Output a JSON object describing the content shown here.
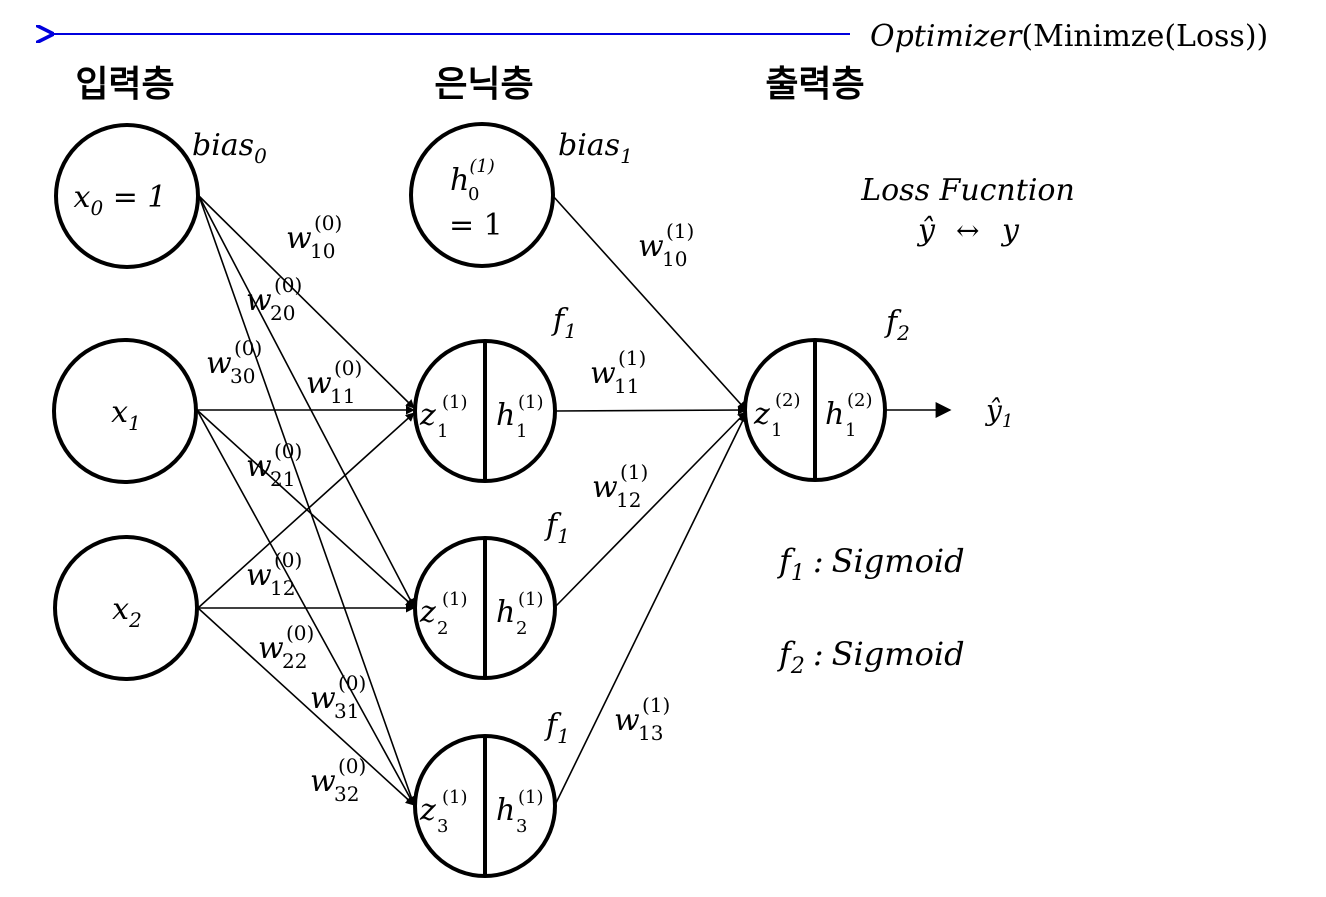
{
  "headers": {
    "input": "입력층",
    "hidden": "은닉층",
    "output": "출력층"
  },
  "optimizer": {
    "prefix": "Optimizer",
    "rest": "(Minimze(Loss))",
    "color": "#0000dd"
  },
  "loss": {
    "title": "Loss Fucntion",
    "y_hat": "ŷ",
    "arrow": "↔",
    "y": "y"
  },
  "nodes": {
    "x0": {
      "main": "x",
      "sub": "0",
      "tail": " = 1"
    },
    "x1": {
      "main": "x",
      "sub": "1"
    },
    "x2": {
      "main": "x",
      "sub": "2"
    },
    "h0": {
      "main": "h",
      "sub": "0",
      "sup": "(1)",
      "line2": "= 1"
    },
    "hidden": [
      {
        "z": "z",
        "zsub": "1",
        "zsup": "(1)",
        "h": "h",
        "hsub": "1",
        "hsup": "(1)"
      },
      {
        "z": "z",
        "zsub": "2",
        "zsup": "(1)",
        "h": "h",
        "hsub": "2",
        "hsup": "(1)"
      },
      {
        "z": "z",
        "zsub": "3",
        "zsup": "(1)",
        "h": "h",
        "hsub": "3",
        "hsup": "(1)"
      }
    ],
    "out": {
      "z": "z",
      "zsub": "1",
      "zsup": "(2)",
      "h": "h",
      "hsub": "1",
      "hsup": "(2)"
    }
  },
  "bias0": {
    "main": "bias",
    "sub": "0"
  },
  "bias1": {
    "main": "bias",
    "sub": "1"
  },
  "activations": [
    {
      "main": "f",
      "sub": "1"
    },
    {
      "main": "f",
      "sub": "1"
    },
    {
      "main": "f",
      "sub": "1"
    },
    {
      "main": "f",
      "sub": "2"
    }
  ],
  "weights0": [
    {
      "sub": "10",
      "sup": "(0)"
    },
    {
      "sub": "20",
      "sup": "(0)"
    },
    {
      "sub": "30",
      "sup": "(0)"
    },
    {
      "sub": "11",
      "sup": "(0)"
    },
    {
      "sub": "21",
      "sup": "(0)"
    },
    {
      "sub": "12",
      "sup": "(0)"
    },
    {
      "sub": "22",
      "sup": "(0)"
    },
    {
      "sub": "31",
      "sup": "(0)"
    },
    {
      "sub": "32",
      "sup": "(0)"
    }
  ],
  "weights1": [
    {
      "sub": "10",
      "sup": "(1)"
    },
    {
      "sub": "11",
      "sup": "(1)"
    },
    {
      "sub": "12",
      "sup": "(1)"
    },
    {
      "sub": "13",
      "sup": "(1)"
    }
  ],
  "weight_symbol": "w",
  "output": {
    "main": "ŷ",
    "sub": "1"
  },
  "legend": [
    {
      "main": "f",
      "sub": "1",
      "sep": ":",
      "name": "Sigmoid"
    },
    {
      "main": "f",
      "sub": "2",
      "sep": ":",
      "name": "Sigmoid"
    }
  ]
}
